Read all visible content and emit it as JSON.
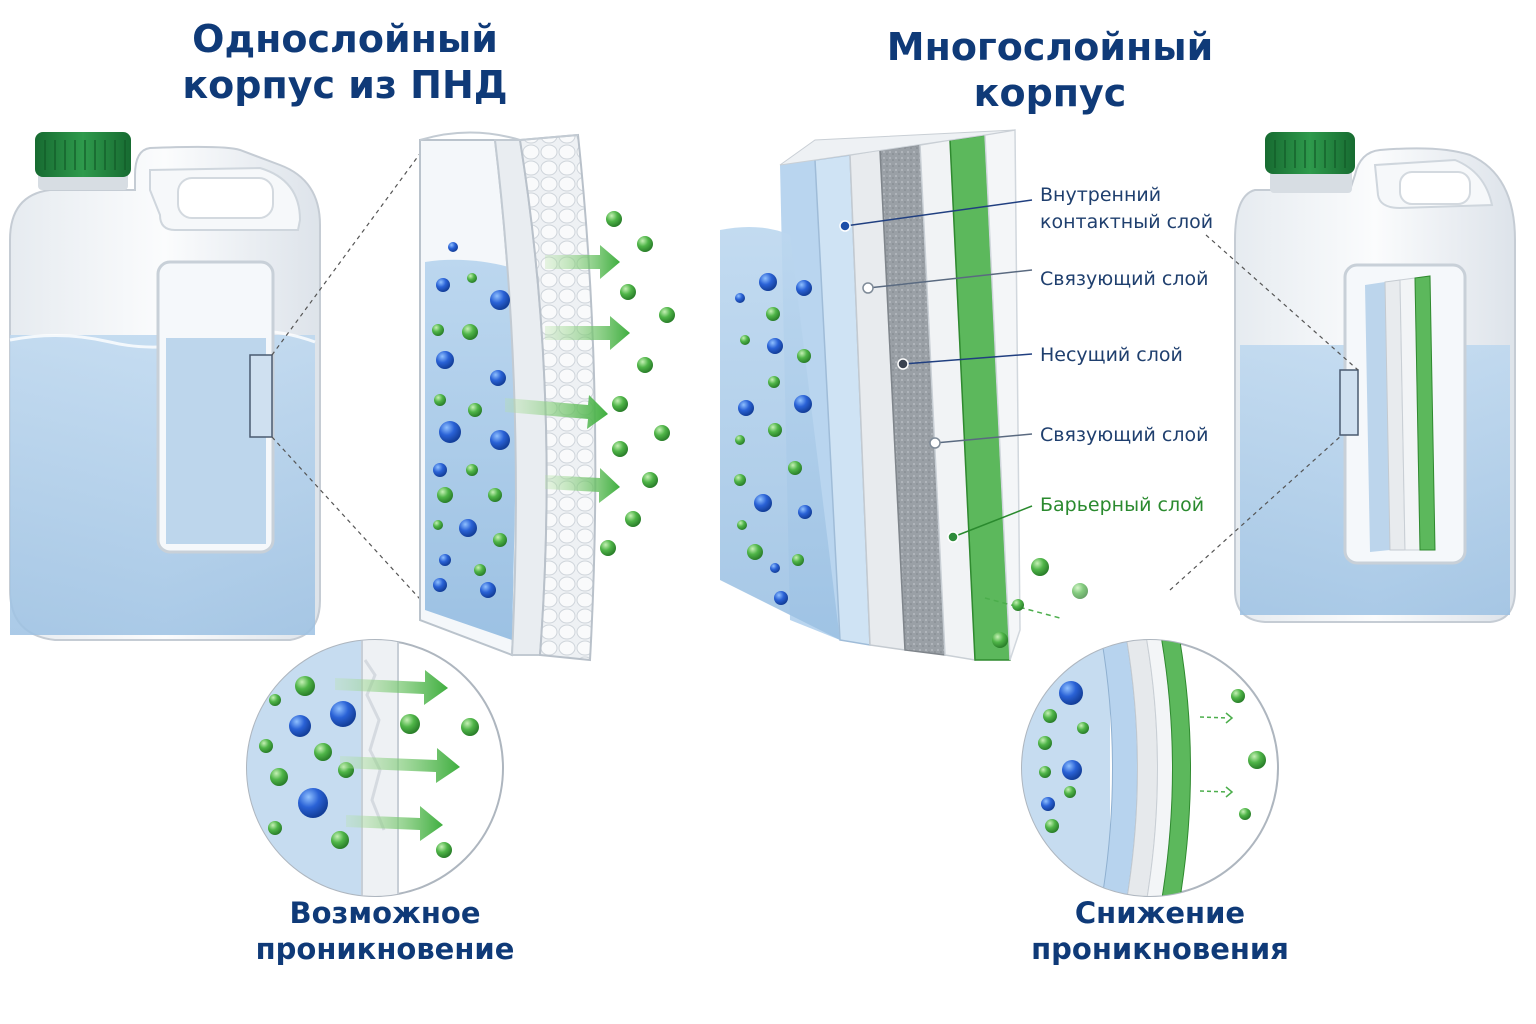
{
  "left": {
    "title_line1": "Однослойный",
    "title_line2": "корпус из ПНД",
    "caption_line1": "Возможное",
    "caption_line2": "проникновение"
  },
  "right": {
    "title_line1": "Многослойный",
    "title_line2": "корпус",
    "caption_line1": "Снижение",
    "caption_line2": "проникновения"
  },
  "layers": [
    {
      "label_line1": "Внутренний",
      "label_line2": "контактный слой"
    },
    {
      "label_line1": "Связующий слой"
    },
    {
      "label_line1": "Несущий слой"
    },
    {
      "label_line1": "Связующий слой"
    },
    {
      "label_line1": "Барьерный слой"
    }
  ],
  "colors": {
    "title": "#0f3a78",
    "liquid": "#a9cbe8",
    "barrier_green": "#5cb85c",
    "cap_green": "#1f7a3a",
    "carrier_gray": "#9ea3a8"
  }
}
